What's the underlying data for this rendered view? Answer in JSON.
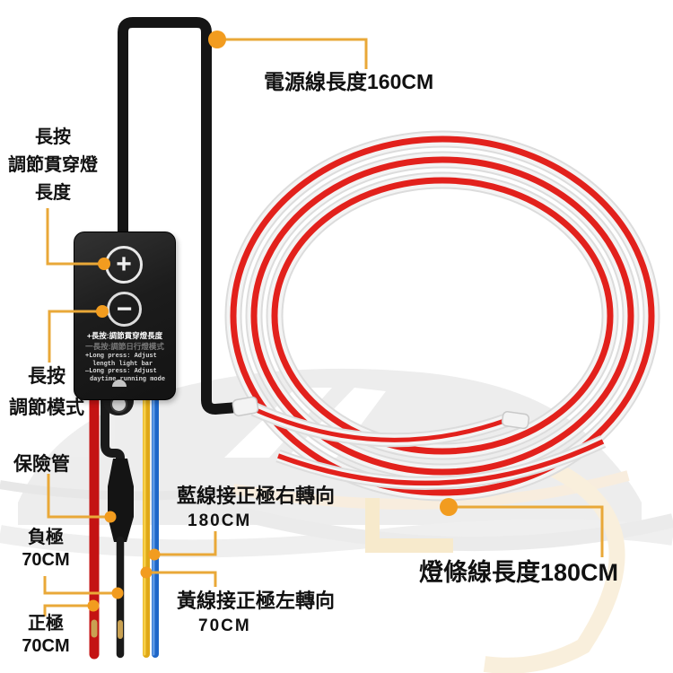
{
  "meta": {
    "background": "#ffffff",
    "callout_line_color": "#E9A838",
    "callout_dot_color": "#F29C1F"
  },
  "controller": {
    "plus_button": "+",
    "minus_button": "−",
    "panel_cn_line1": "+長按:調節貫穿燈長度",
    "panel_cn_line2": "一長按:調節日行燈模式",
    "panel_en_lines": [
      "+Long press: Adjust",
      "length light bar",
      "—Long press: Adjust",
      "daytime running mode"
    ]
  },
  "annotations": {
    "power_cable": "電源線長度160CM",
    "adjust_length": [
      "長按",
      "調節貫穿燈",
      "長度"
    ],
    "adjust_mode": [
      "長按",
      "調節模式"
    ],
    "fuse": "保險管",
    "negative": [
      "負極",
      "70CM"
    ],
    "positive": [
      "正極",
      "70CM"
    ],
    "blue_wire": [
      "藍線接正極右轉向",
      "180CM"
    ],
    "yellow_wire": [
      "黃線接正極左轉向",
      "70CM"
    ],
    "strip_length": "燈條線長度180CM"
  },
  "colors": {
    "wire_positive_red": "#C41313",
    "wire_negative_black": "#1A1A1A",
    "wire_left_turn_yellow": "#DFA816",
    "wire_right_turn_blue": "#1E66C8",
    "strip_led_red": "#E2211C",
    "strip_tube_white": "#F4F4F4"
  }
}
